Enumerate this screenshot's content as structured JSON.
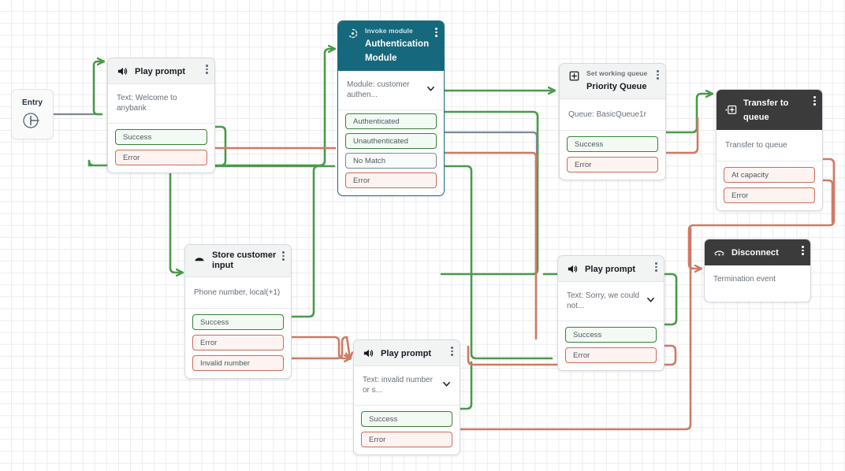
{
  "canvas": {
    "title": "Contact flow designer canvas",
    "grid": true,
    "background_color": "#ffffff",
    "grid_color": "#ececec"
  },
  "colors": {
    "success_line": "#4a9a4a",
    "error_line": "#cf7a64",
    "neutral_line": "#7d8795",
    "entry_line": "#7d8795",
    "teal_header": "#16687d",
    "dark_header": "#3b3b3b",
    "light_header": "#f2f3f3"
  },
  "entry": {
    "label": "Entry",
    "icon": "entry-point-icon"
  },
  "nodes": [
    {
      "id": "play-prompt-welcome",
      "type": "Play prompt",
      "icon": "speaker-icon",
      "header_style": "light",
      "subtitle": "",
      "title": "Play prompt",
      "body": "Text: Welcome to anybank",
      "has_chevron": false,
      "ports": [
        {
          "label": "Success",
          "kind": "ok"
        },
        {
          "label": "Error",
          "kind": "err"
        }
      ]
    },
    {
      "id": "authentication-module",
      "type": "Invoke module",
      "icon": "module-icon",
      "header_style": "teal",
      "subtitle": "Invoke module",
      "title": "Authentication Module",
      "body": "Module: customer authen...",
      "has_chevron": true,
      "ports": [
        {
          "label": "Authenticated",
          "kind": "ok"
        },
        {
          "label": "Unauthenticated",
          "kind": "ok"
        },
        {
          "label": "No Match",
          "kind": "neut"
        },
        {
          "label": "Error",
          "kind": "err"
        }
      ]
    },
    {
      "id": "priority-queue",
      "type": "Set working queue",
      "icon": "queue-icon",
      "header_style": "light",
      "subtitle": "Set working queue",
      "title": "Priority Queue",
      "body": "Queue: BasicQueue1r",
      "has_chevron": false,
      "ports": [
        {
          "label": "Success",
          "kind": "ok"
        },
        {
          "label": "Error",
          "kind": "err"
        }
      ]
    },
    {
      "id": "transfer-to-queue",
      "type": "Transfer to queue",
      "icon": "transfer-icon",
      "header_style": "dark",
      "subtitle": "",
      "title": "Transfer to queue",
      "body": "Transfer to queue",
      "has_chevron": false,
      "ports": [
        {
          "label": "At capacity",
          "kind": "err"
        },
        {
          "label": "Error",
          "kind": "err"
        }
      ]
    },
    {
      "id": "store-customer-input",
      "type": "Store customer input",
      "icon": "keypad-icon",
      "header_style": "light",
      "subtitle": "",
      "title": "Store customer input",
      "body": "Phone number, local(+1)",
      "has_chevron": false,
      "ports": [
        {
          "label": "Success",
          "kind": "ok"
        },
        {
          "label": "Error",
          "kind": "err"
        },
        {
          "label": "Invalid number",
          "kind": "err"
        }
      ]
    },
    {
      "id": "play-prompt-invalid",
      "type": "Play prompt",
      "icon": "speaker-icon",
      "header_style": "light",
      "subtitle": "",
      "title": "Play prompt",
      "body": "Text: invalid number or s...",
      "has_chevron": true,
      "ports": [
        {
          "label": "Success",
          "kind": "ok"
        },
        {
          "label": "Error",
          "kind": "err"
        }
      ]
    },
    {
      "id": "play-prompt-sorry",
      "type": "Play prompt",
      "icon": "speaker-icon",
      "header_style": "light",
      "subtitle": "",
      "title": "Play prompt",
      "body": "Text: Sorry, we could not...",
      "has_chevron": true,
      "ports": [
        {
          "label": "Success",
          "kind": "ok"
        },
        {
          "label": "Error",
          "kind": "err"
        }
      ]
    },
    {
      "id": "disconnect",
      "type": "Disconnect",
      "icon": "disconnect-icon",
      "header_style": "dark",
      "subtitle": "",
      "title": "Disconnect",
      "body": "Termination event",
      "has_chevron": false,
      "ports": []
    }
  ]
}
